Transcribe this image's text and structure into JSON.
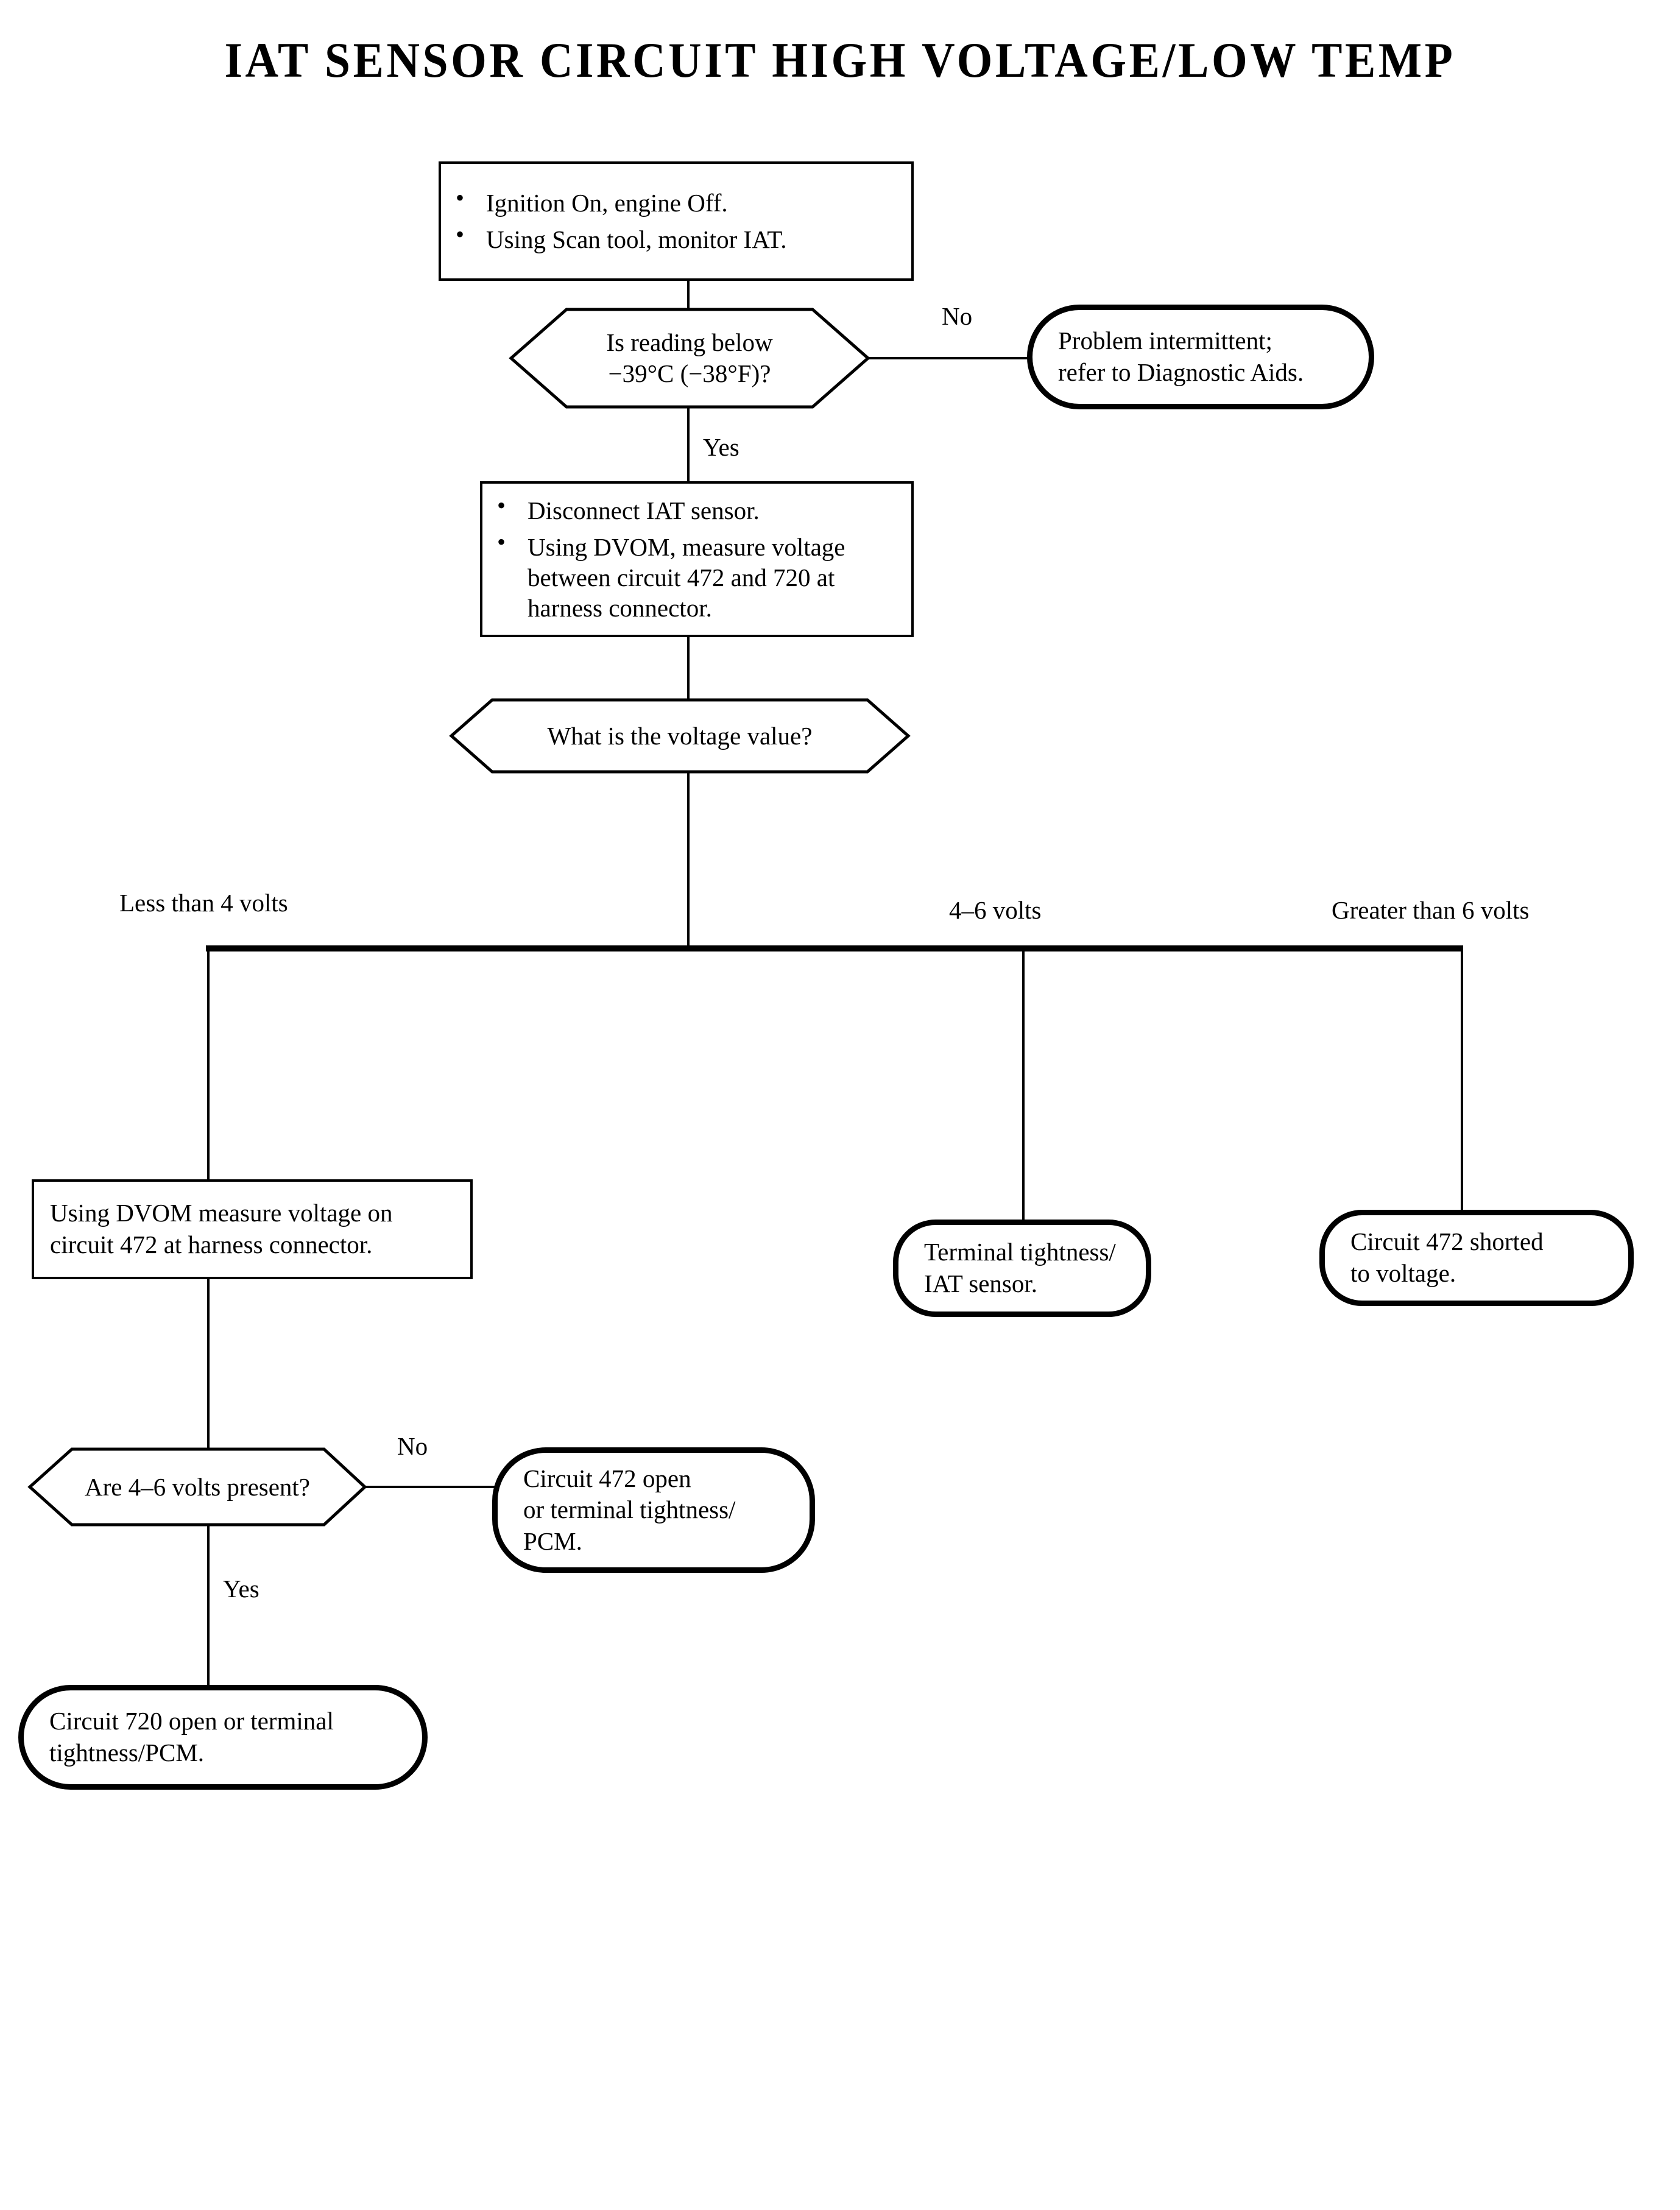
{
  "title": "IAT SENSOR CIRCUIT HIGH VOLTAGE/LOW TEMP",
  "nodes": {
    "step1": {
      "type": "process",
      "bullets": [
        "Ignition On, engine Off.",
        "Using Scan tool, monitor IAT."
      ]
    },
    "decision1": {
      "type": "decision",
      "line1": "Is reading below",
      "line2": "−39°C (−38°F)?"
    },
    "intermittent": {
      "type": "terminator",
      "line1": "Problem intermittent;",
      "line2": "refer to Diagnostic Aids."
    },
    "step2": {
      "type": "process",
      "bullets": [
        "Disconnect IAT sensor.",
        "Using DVOM, measure voltage between circuit 472 and 720 at harness connector."
      ]
    },
    "decision2": {
      "type": "decision",
      "line1": "What is the voltage value?"
    },
    "step3": {
      "type": "process",
      "line1": "Using DVOM measure voltage on",
      "line2": "circuit 472 at harness connector."
    },
    "decision3": {
      "type": "decision",
      "line1": "Are 4–6 volts present?"
    },
    "c472open": {
      "type": "terminator",
      "line1": "Circuit 472 open",
      "line2": "or terminal tightness/",
      "line3": "PCM."
    },
    "c720open": {
      "type": "terminator",
      "line1": "Circuit 720 open or terminal",
      "line2": "tightness/PCM."
    },
    "terminal_tightness": {
      "type": "terminator",
      "line1": "Terminal tightness/",
      "line2": "IAT sensor."
    },
    "c472shorted": {
      "type": "terminator",
      "line1": "Circuit 472 shorted",
      "line2": "to voltage."
    }
  },
  "edge_labels": {
    "d1_no": "No",
    "d1_yes": "Yes",
    "d3_no": "No",
    "d3_yes": "Yes"
  },
  "branch_labels": {
    "left": "Less than 4 volts",
    "middle": "4–6 volts",
    "right": "Greater than 6 volts"
  },
  "colors": {
    "ink": "#000000",
    "paper": "#ffffff"
  }
}
